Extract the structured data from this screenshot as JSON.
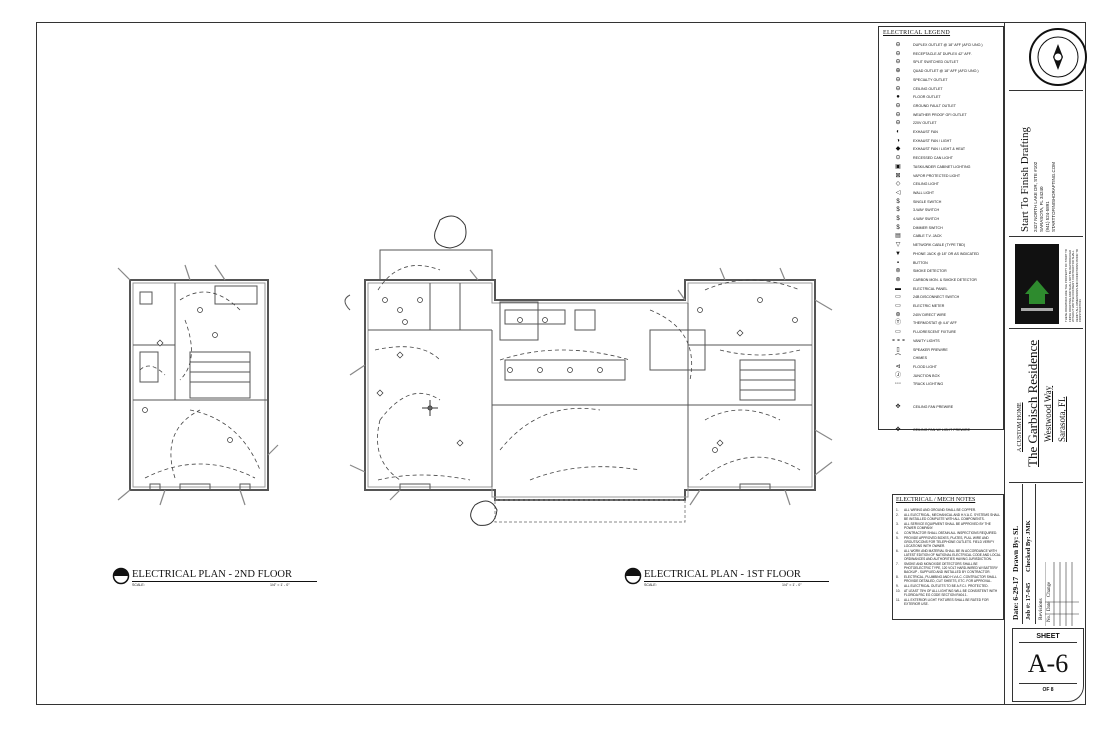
{
  "legend": {
    "title": "ELECTRICAL LEGEND",
    "items": [
      {
        "icon": "duplex-outlet-icon",
        "glyph": "⊖",
        "label": "DUPLEX OUTLET @ 18\" AFF (AFCI UNO.)"
      },
      {
        "icon": "receptacle-icon",
        "glyph": "⊖",
        "label": "RECEPTACLE AT DUPLEX 42\" AFF."
      },
      {
        "icon": "split-switched-outlet-icon",
        "glyph": "⊖",
        "label": "SPLIT SWITCHED OUTLET"
      },
      {
        "icon": "quad-outlet-icon",
        "glyph": "⊕",
        "label": "QUAD OUTLET @ 18\" AFF (AFCI UNO.)"
      },
      {
        "icon": "specialty-outlet-icon",
        "glyph": "⊖",
        "label": "SPECIALTY OUTLET"
      },
      {
        "icon": "ceiling-outlet-icon",
        "glyph": "⊖",
        "label": "CEILING OUTLET"
      },
      {
        "icon": "floor-outlet-icon",
        "glyph": "●",
        "label": "FLOOR OUTLET"
      },
      {
        "icon": "ground-fault-outlet-icon",
        "glyph": "⊖",
        "label": "GROUND FAULT OUTLET"
      },
      {
        "icon": "weatherproof-outlet-icon",
        "glyph": "⊖",
        "label": "WEATHER PROOF GFI OUTLET"
      },
      {
        "icon": "220v-outlet-icon",
        "glyph": "⊖",
        "label": "220V OUTLET"
      },
      {
        "icon": "exhaust-fan-icon",
        "glyph": "◐",
        "label": "EXHAUST FAN"
      },
      {
        "icon": "exhaust-fan-light-icon",
        "glyph": "◑",
        "label": "EXHAUST FAN / LIGHT"
      },
      {
        "icon": "exhaust-fan-light-heat-icon",
        "glyph": "◆",
        "label": "EXHAUST FAN / LIGHT & HEAT"
      },
      {
        "icon": "recessed-can-light-icon",
        "glyph": "⊙",
        "label": "RECESSED CAN LIGHT"
      },
      {
        "icon": "task-lighting-icon",
        "glyph": "▣",
        "label": "TASK/UNDER CABINET LIGHTING"
      },
      {
        "icon": "vapor-protected-light-icon",
        "glyph": "⊠",
        "label": "VAPOR PROTECTED LIGHT"
      },
      {
        "icon": "ceiling-light-icon",
        "glyph": "◇",
        "label": "CEILING LIGHT"
      },
      {
        "icon": "wall-light-icon",
        "glyph": "◁",
        "label": "WALL LIGHT"
      },
      {
        "icon": "single-switch-icon",
        "glyph": "$",
        "label": "SINGLE SWITCH"
      },
      {
        "icon": "3-way-switch-icon",
        "glyph": "$",
        "label": "3-WAY SWITCH"
      },
      {
        "icon": "4-way-switch-icon",
        "glyph": "$",
        "label": "4-WAY SWITCH"
      },
      {
        "icon": "dimmer-switch-icon",
        "glyph": "$",
        "label": "DIMMER SWITCH"
      },
      {
        "icon": "cable-tv-jack-icon",
        "glyph": "▤",
        "label": "CABLE T.V. JACK"
      },
      {
        "icon": "network-cable-icon",
        "glyph": "▽",
        "label": "NETWORK CABLE (TYPE TBD)"
      },
      {
        "icon": "phone-jack-icon",
        "glyph": "▼",
        "label": "PHONE JACK @ 18\" OR AS INDICATED"
      },
      {
        "icon": "button-icon",
        "glyph": "▪",
        "label": "BUTTON"
      },
      {
        "icon": "smoke-detector-icon",
        "glyph": "⊚",
        "label": "SMOKE DETECTOR"
      },
      {
        "icon": "carbon-monoxide-detector-icon",
        "glyph": "⊚",
        "label": "CARBON MON. & SMOKE DETECTOR"
      },
      {
        "icon": "electrical-panel-icon",
        "glyph": "▬",
        "label": "ELECTRICAL PANEL"
      },
      {
        "icon": "disconnect-switch-icon",
        "glyph": "▭",
        "label": "24B DISCONNECT SWITCH"
      },
      {
        "icon": "electric-meter-icon",
        "glyph": "▭",
        "label": "ELECTRIC METER"
      },
      {
        "icon": "direct-wire-icon",
        "glyph": "⊛",
        "label": "240V DIRECT WIRE"
      },
      {
        "icon": "thermostat-icon",
        "glyph": "Ⓣ",
        "label": "THERMOSTAT @ 4-6\" AFF"
      },
      {
        "icon": "fluorescent-fixture-icon",
        "glyph": "▭",
        "label": "FLUORESCENT FIXTURE"
      },
      {
        "icon": "vanity-lights-icon",
        "glyph": "⚬⚬⚬",
        "label": "VANITY LIGHTS"
      },
      {
        "icon": "speaker-prewire-icon",
        "glyph": "▯",
        "label": "SPEAKER PREWIRE"
      },
      {
        "icon": "chimes-icon",
        "glyph": "⌒",
        "label": "CHIMES"
      },
      {
        "icon": "flood-light-icon",
        "glyph": "⊲",
        "label": "FLOOD LIGHT"
      },
      {
        "icon": "junction-box-icon",
        "glyph": "Ⓙ",
        "label": "JUNCTION BOX"
      },
      {
        "icon": "track-lighting-icon",
        "glyph": "◦◦◦",
        "label": "TRACK LIGHTING"
      },
      {
        "icon": "ceiling-fan-prewire-icon",
        "glyph": "✥",
        "label": "CEILING FAN PREWIRE"
      },
      {
        "icon": "ceiling-fan-light-prewire-icon",
        "glyph": "✥",
        "label": "CEILING FAN W/ LIGHT PREWIRE"
      }
    ]
  },
  "notes": {
    "title": "ELECTRICAL / MECH NOTES",
    "items": [
      {
        "n": "1.",
        "t": "ALL WIRING AND GROUND SHALL BE COPPER."
      },
      {
        "n": "2.",
        "t": "ALL ELECTRICAL, MECHANICAL AND H.V.A.C. SYSTEMS SHALL BE INSTALLED COMPLETE WITH ALL COMPONENTS."
      },
      {
        "n": "3.",
        "t": "ALL SERVICE EQUIPMENT SHALL BE APPROVED BY THE POWER COMPANY."
      },
      {
        "n": "4.",
        "t": "CONTRACTOR SHALL OBTAIN ALL INSPECTIONS REQUIRED."
      },
      {
        "n": "5.",
        "t": "PROVIDE APPROVED BOXES, PLATES, PULL WIRE AND GROUTS/CONS FOR TELEPHONE OUTLETS. FIELD VERIFY LOCATIONS WITH OWNER."
      },
      {
        "n": "6.",
        "t": "ALL WORK AND MATERIAL SHALL BE IN ACCORDANCE WITH LATEST EDITION OF NATIONAL ELECTRICAL CODE AND LOCAL ORDINANCES AND AUTHORITIES HAVING JURISDICTION."
      },
      {
        "n": "7.",
        "t": "SMOKE AND MONOXIDE DETECTORS SHALL BE PHOTOELECTRIC TYPE, 120 VOLT HARD-WIRED W/ BATTERY BACKUP - SUPPLIED AND INSTALLED BY CONTRACTOR."
      },
      {
        "n": "8.",
        "t": "ELECTRICAL, PLUMBING AND H.V.A.C. CONTRACTOR SHALL PROVIDE DETAILED, CUT SHEETS, ETC. FOR APPROVAL."
      },
      {
        "n": "9.",
        "t": "ALL ELECTRICAL OUTLETS TO BE A.F.C.I. PROTECTED."
      },
      {
        "n": "10.",
        "t": "AT LEAST 75% OF ALL LIGHTING WILL BE CONSISTENT WITH FLORIDA FBC EG CODE SECTION R404.1."
      },
      {
        "n": "11.",
        "t": "ALL EXTERIOR LIGHT FIXTURES SHALL BE RATED FOR EXTERIOR USE."
      }
    ]
  },
  "plans": {
    "second_floor": {
      "title": "ELECTRICAL PLAN - 2ND FLOOR",
      "scale_label": "SCALE:",
      "scale_value": "1/4\" = 1' - 0\""
    },
    "first_floor": {
      "title": "ELECTRICAL PLAN - 1ST FLOOR",
      "scale_label": "SCALE:",
      "scale_value": "1/4\" = 1' - 0\""
    }
  },
  "title_block": {
    "company": "Start To Finish Drafting",
    "address1": "2427 NORTH LAKE DR, STE #102",
    "address2": "SARASOTA, FL 34240",
    "phone": "(941) 524-5891",
    "email": "STARTTOFINISHDRAFTING.COM",
    "seal_text": "START TO FINISH DRAFTING",
    "disclaimer": "THESE DRAWINGS ARE THE PROPERTY OF START TO FINISH DRAFTING AND SHALL NOT BE REPRODUCED WITHOUT WRITTEN CONSENT. CONTRACTOR SHALL VERIFY ALL DIMENSIONS AND CONDITIONS PRIOR TO CONSTRUCTION.",
    "project_type": "A CUSTOM HOME",
    "project_name": "The Garbisch Residence",
    "street": "Westwood Way",
    "city": "Sarasota, FL",
    "date": "Date: 6-29-17",
    "drawn_by": "Drawn By: SL",
    "job": "Job #: 17-045",
    "checked_by": "Checked By: JMK",
    "revisions_label": "Revisions",
    "rev_cols": [
      "No.",
      "Date",
      "Change"
    ]
  },
  "sheet": {
    "label": "SHEET",
    "number": "A-6",
    "of": "OF 8"
  }
}
